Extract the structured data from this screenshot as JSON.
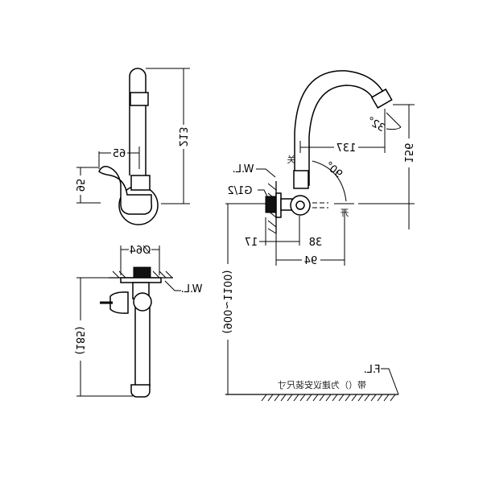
{
  "labels": {
    "h213": "213",
    "w65": "65",
    "h95": "95",
    "d64": "Ø64",
    "wl_bottom": "W.L.",
    "h185": "(185)",
    "wl_right": "W.L.",
    "g12": "G1/2",
    "d17": "17",
    "d38": "38",
    "d94": "94",
    "d137": "137",
    "a32": "32°",
    "h156": "156",
    "a90": "90°",
    "close": "关",
    "open": "开",
    "h900_1100": "(900~1100)",
    "fl": "F.L.",
    "note": "带（）为建议安装尺寸"
  }
}
